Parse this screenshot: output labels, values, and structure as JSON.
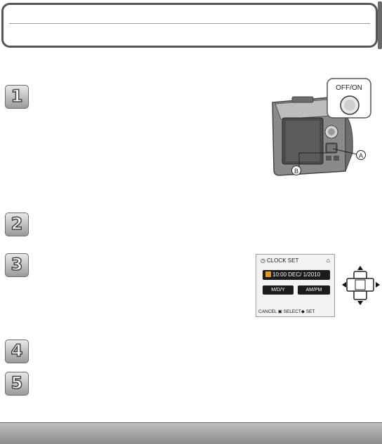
{
  "steps": [
    "1",
    "2",
    "3",
    "4",
    "5"
  ],
  "camera": {
    "power_button_label": "OFF/ON",
    "callout_a": "A",
    "callout_b": "B"
  },
  "clock_screen": {
    "title": "CLOCK SET",
    "time_value": "10:00  DEC/ 1/2010",
    "date_format": "M/D/Y",
    "time_format": "AM/PM",
    "footer": "CANCEL ▣ SELECT◆ SET"
  },
  "colors": {
    "accent": "#e59a18",
    "frame": "#555555"
  }
}
